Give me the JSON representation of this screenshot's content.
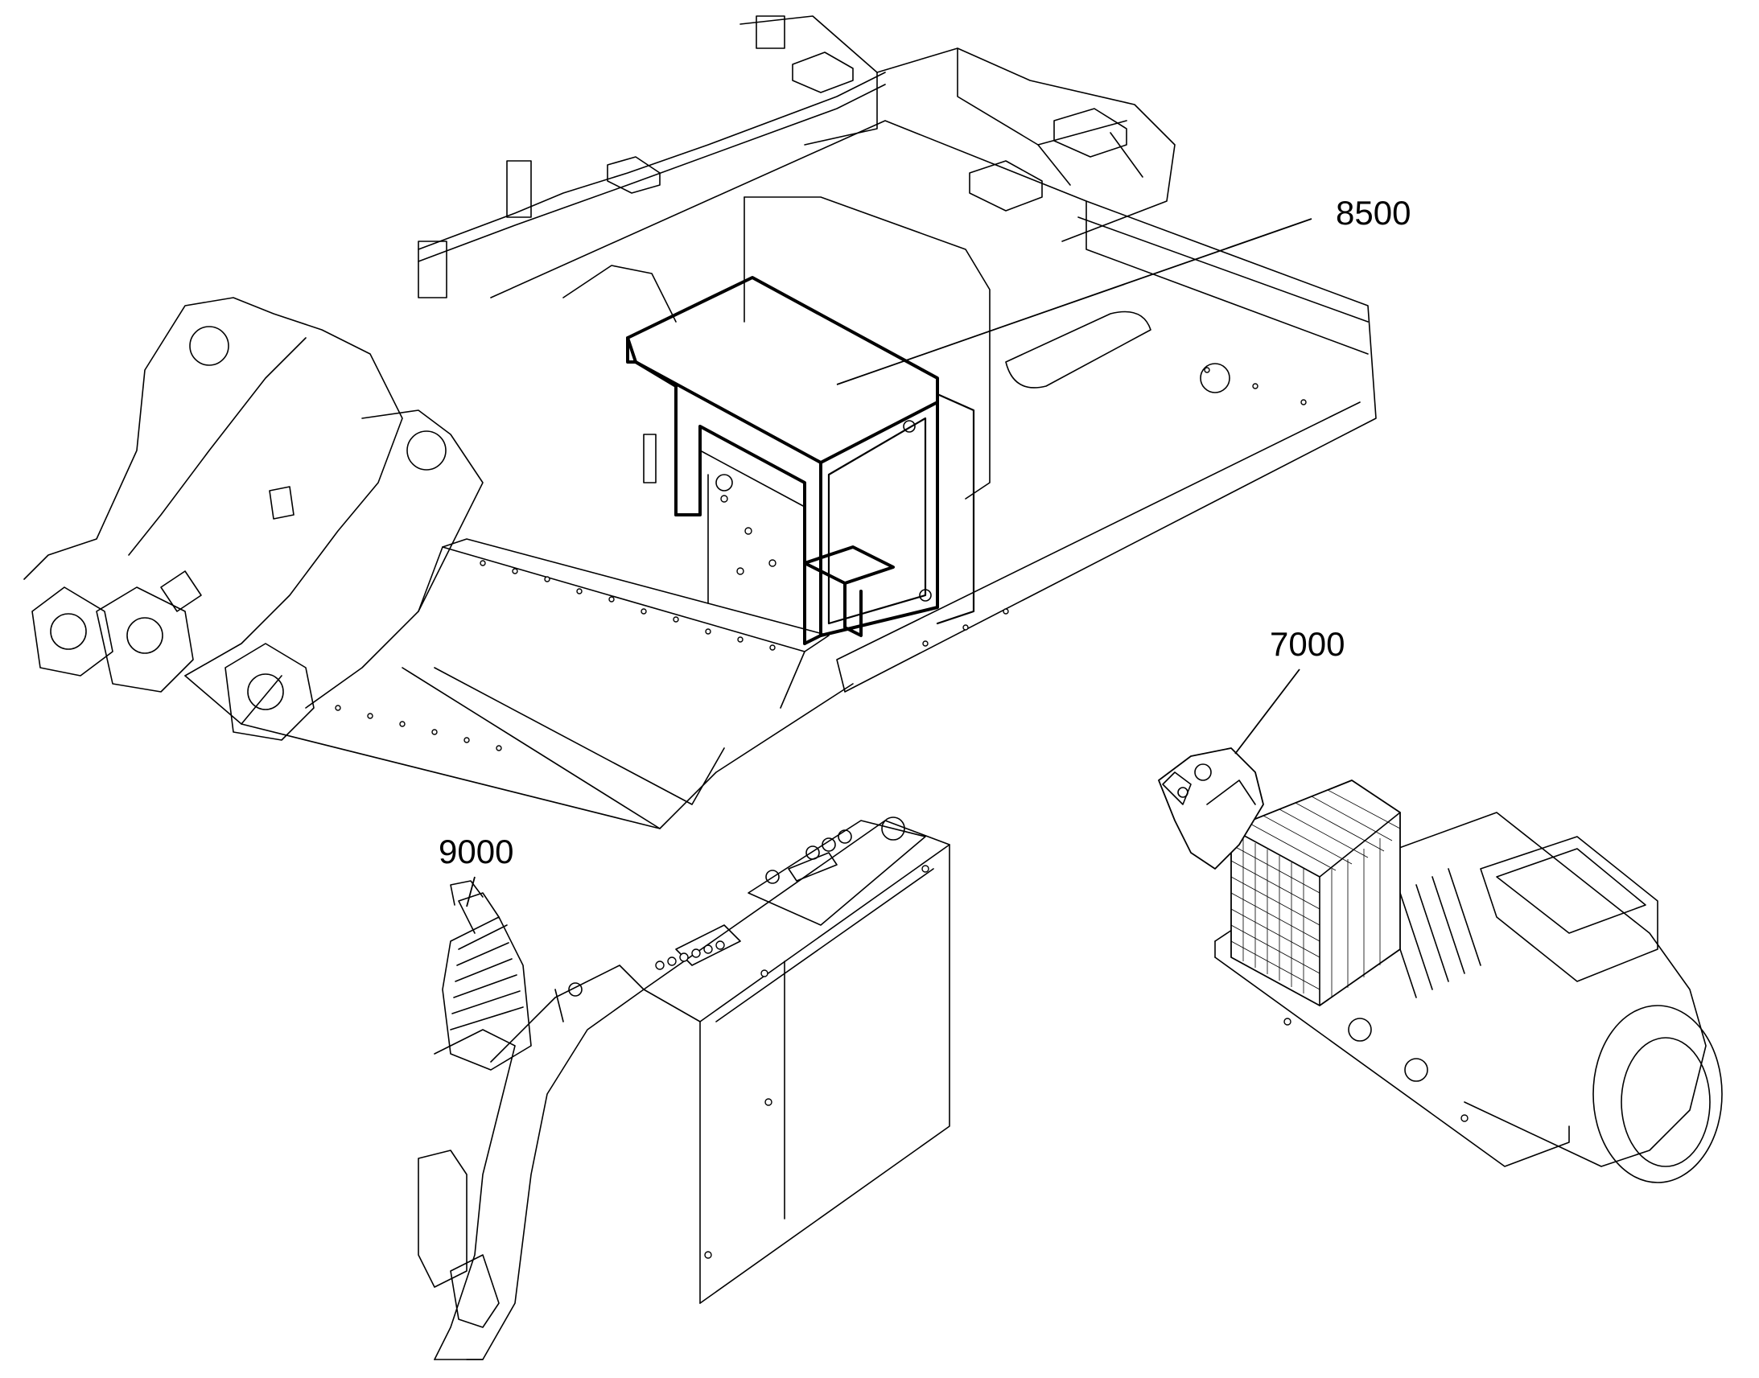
{
  "callouts": [
    {
      "id": "8500",
      "text": "8500"
    },
    {
      "id": "7000",
      "text": "7000"
    },
    {
      "id": "9000",
      "text": "9000"
    }
  ],
  "colors": {
    "line": "#000000",
    "background": "#ffffff"
  }
}
